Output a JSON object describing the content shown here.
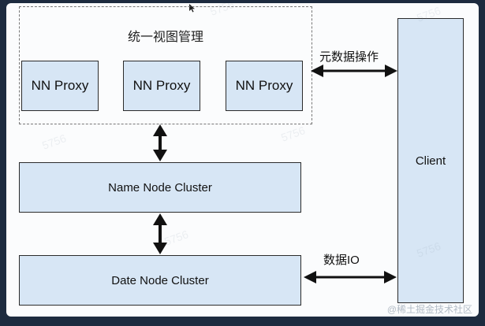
{
  "group": {
    "title": "统一视图管理"
  },
  "proxies": [
    "NN Proxy",
    "NN Proxy",
    "NN Proxy"
  ],
  "name_node": "Name Node Cluster",
  "data_node": "Date Node Cluster",
  "client": "Client",
  "links": {
    "meta_ops": "元数据操作",
    "data_io": "数据IO"
  },
  "watermarks": [
    "5756",
    "5756",
    "5756",
    "5756",
    "5756",
    "5756"
  ],
  "footer": "@稀土掘金技术社区",
  "colors": {
    "box_fill": "#d7e6f5",
    "border": "#2b2b2b",
    "frame": "#1d2b3f"
  }
}
